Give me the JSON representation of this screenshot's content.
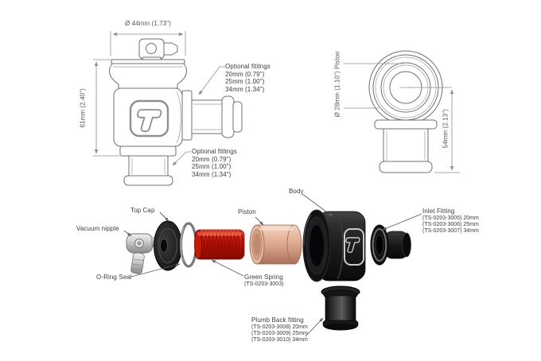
{
  "front_view": {
    "diameter_dim": "Ø 44mm (1.73\")",
    "height_dim": "61mm (2.40\")",
    "side_fittings": {
      "title": "Optional fititngs",
      "options": [
        "20mm (0.79\")",
        "25mm (1.00\")",
        "34mm (1.34\")"
      ]
    },
    "bottom_fittings": {
      "title": "Optional fititngs",
      "options": [
        "20mm (0.79\")",
        "25mm (1.00\")",
        "34mm (1.34\")"
      ]
    }
  },
  "side_view": {
    "piston_dim": "Ø 28mm (1.10\") Piston",
    "height_dim": "54mm (2.13\")"
  },
  "exploded_view": {
    "vacuum_nipple": "Vacuum nipple",
    "top_cap": "Top Cap",
    "oring_seal": "O-Ring Seal",
    "piston": "Piston",
    "green_spring": {
      "title": "Green Spring",
      "part_no": "(TS-0203-3003)"
    },
    "body": "Body",
    "inlet_fitting": {
      "title": "Inlet Fitting",
      "options": [
        "(TS-0203-3005) 20mm",
        "(TS-0203-3006) 25mm",
        "(TS-0203-3007) 34mm"
      ]
    },
    "plumb_back_fitting": {
      "title": "Plumb Back fitting",
      "options": [
        "(TS-0203-3008) 20mm",
        "(TS-0203-3009) 25mm",
        "(TS-0203-3010) 34mm"
      ]
    }
  },
  "colors": {
    "spring_red": "#c41204",
    "piston_copper": "#d9a489",
    "part_black": "#1a1a1c",
    "line_gray": "#6f6f6f",
    "label_text": "#3c3c3c"
  }
}
